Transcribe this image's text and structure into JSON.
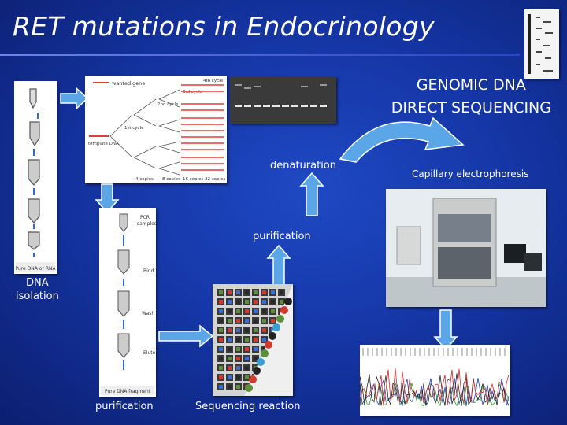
{
  "title": "RET mutations in Endocrinology",
  "genomic_caption": {
    "line1": "GENOMIC DNA",
    "line2": "DIRECT SEQUENCING"
  },
  "labels": {
    "denaturation": "denaturation",
    "capillary": "Capillary electrophoresis",
    "purification_mid": "purification",
    "dna_isolation_1": "DNA",
    "dna_isolation_2": "isolation",
    "purification_bottom": "purification",
    "sequencing": "Sequencing reaction"
  },
  "pcr_figure": {
    "wanted_gene": "wanted gene",
    "cycle_4th": "4th cycle",
    "cycle_3rd": "3rd cycle",
    "cycle_2nd": "2nd cycle",
    "cycle_1st": "1st cycle",
    "template": "template DNA",
    "copies_4": "4 copies",
    "copies_8": "8 copies",
    "copies_16": "16 copies",
    "copies_32": "32 copies"
  },
  "kit_figure": {
    "left_caption": "Pure DNA or RNA",
    "pcr_samples_1": "PCR",
    "pcr_samples_2": "samples",
    "bind": "Bind",
    "wash": "Wash",
    "elute": "Elute",
    "bottom_caption": "Pure DNA fragment"
  },
  "colors": {
    "background": "#1536a6",
    "arrow_fill": "#5aa6e6",
    "arrow_stroke": "#ffffff"
  }
}
